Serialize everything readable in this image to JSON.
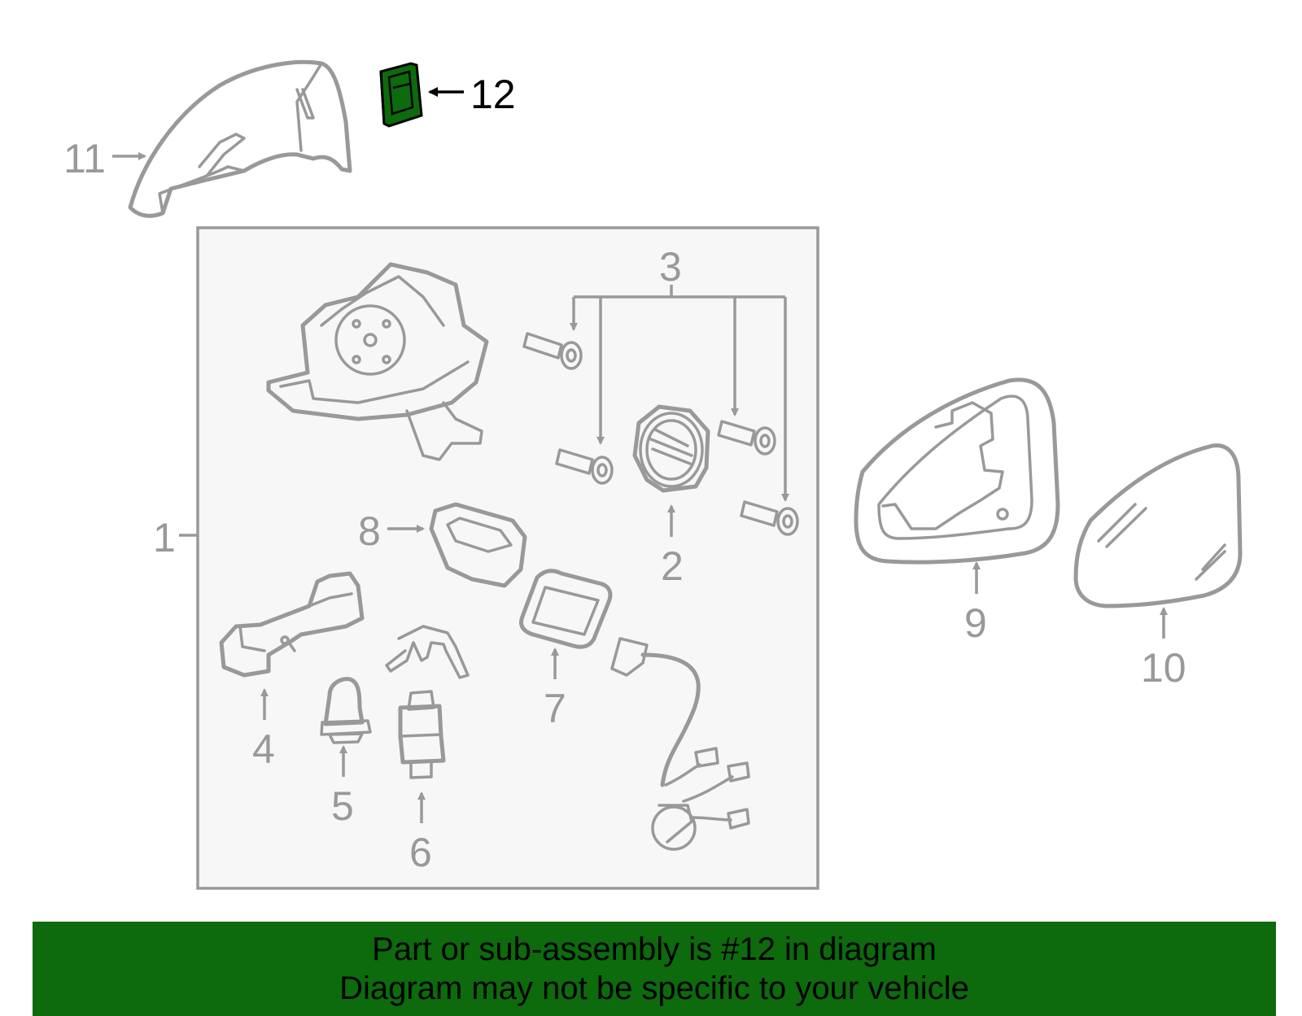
{
  "callouts": {
    "c1": "1",
    "c2": "2",
    "c3": "3",
    "c4": "4",
    "c5": "5",
    "c6": "6",
    "c7": "7",
    "c8": "8",
    "c9": "9",
    "c10": "10",
    "c11": "11",
    "c12": "12"
  },
  "highlighted_part": "12",
  "colors": {
    "highlight_fill": "#0d6a0d",
    "line_gray": "#999999",
    "assembly_box_fill": "#f7f7f7"
  },
  "footer": {
    "line1": "Part or sub-assembly is #12 in diagram",
    "line2": "Diagram may not be specific to your vehicle"
  }
}
